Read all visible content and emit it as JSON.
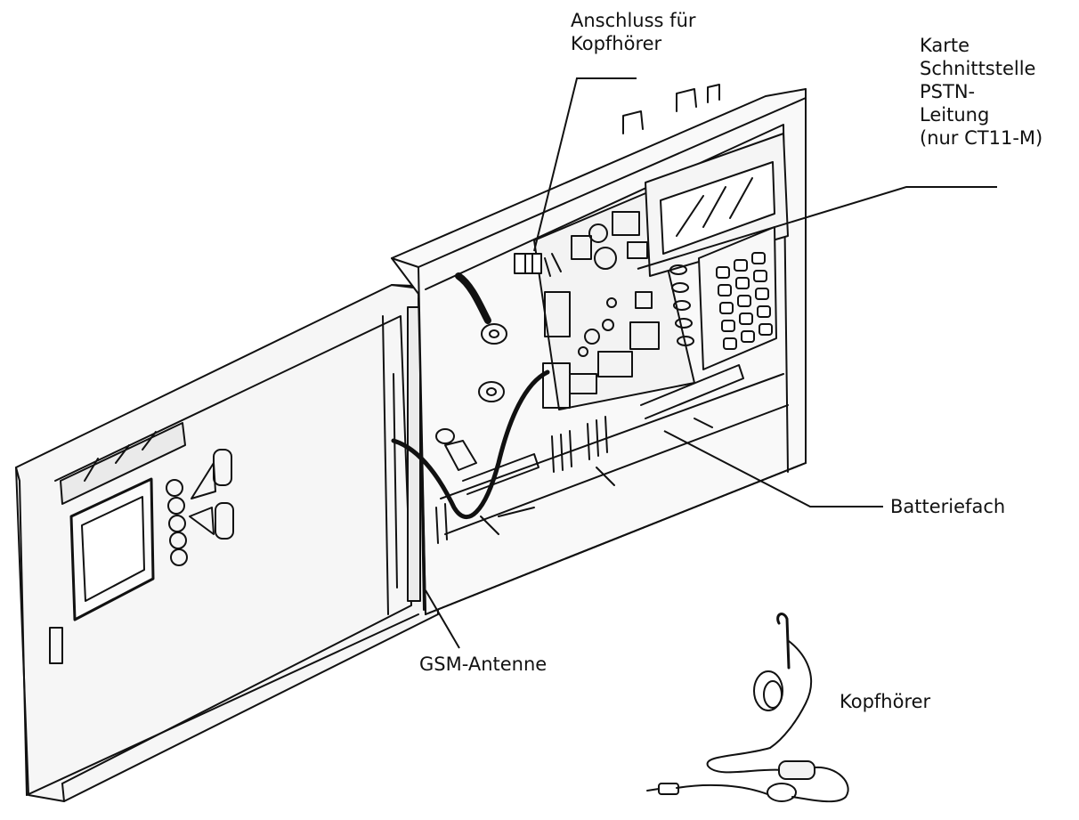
{
  "labels": {
    "anschluss": [
      "Anschluss für",
      "Kopfhörer"
    ],
    "karte": [
      "Karte",
      "Schnittstelle",
      "PSTN-",
      "Leitung",
      "(nur CT11-M)"
    ],
    "batteriefach": "Batteriefach",
    "gsm_antenne": "GSM-Antenne",
    "kopfhoerer": "Kopfhörer"
  }
}
